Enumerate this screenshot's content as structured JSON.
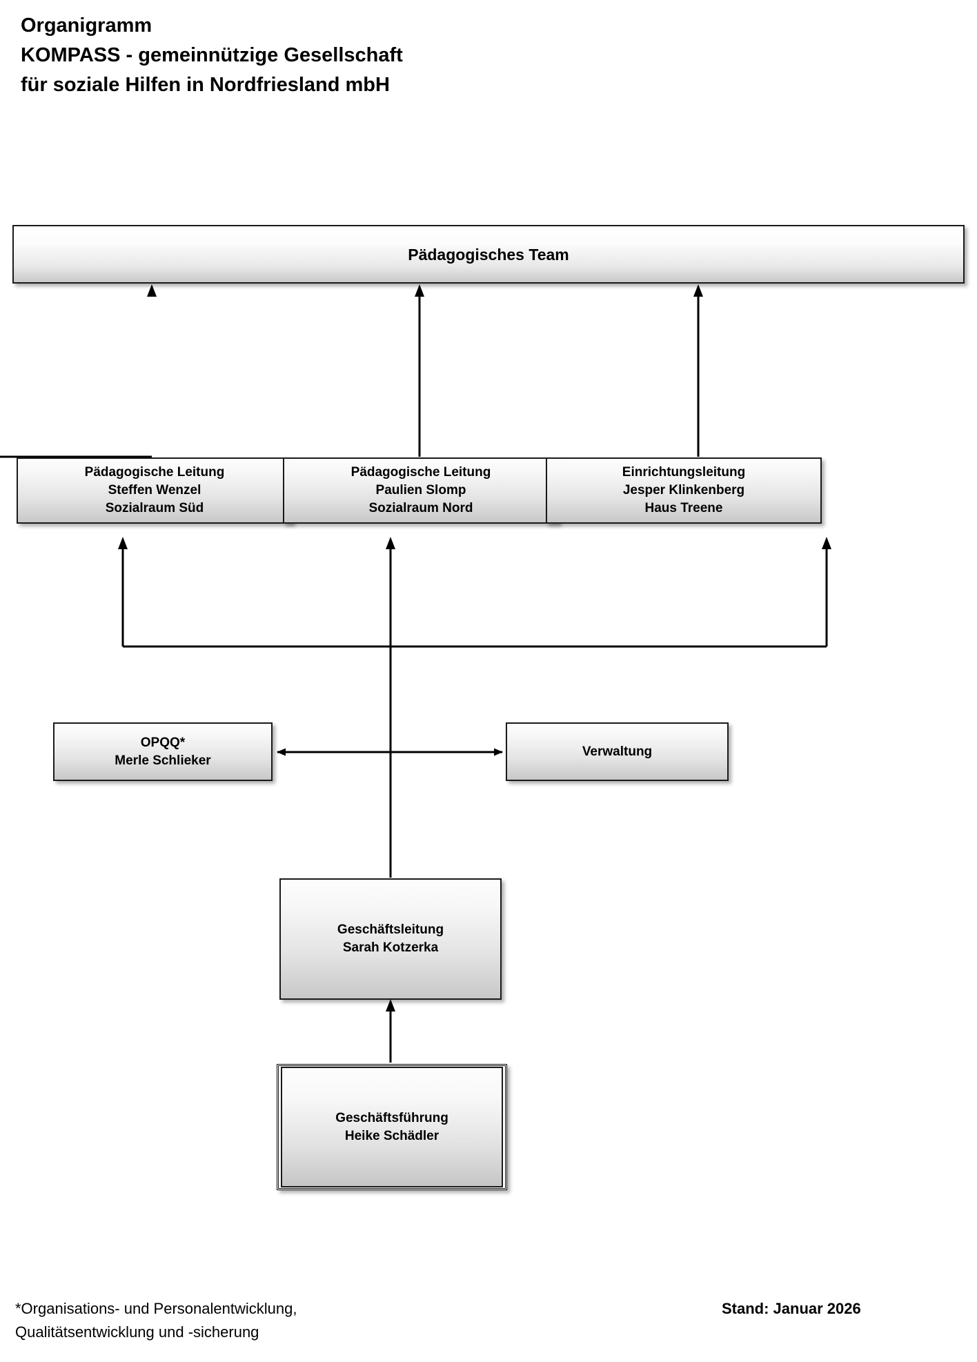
{
  "document": {
    "title_lines": [
      "Organigramm",
      "KOMPASS - gemeinnützige Gesellschaft",
      "für soziale Hilfen in Nordfriesland mbH"
    ]
  },
  "chart_data": {
    "type": "diagram",
    "title": "Organigramm KOMPASS - gemeinnützige Gesellschaft für soziale Hilfen in Nordfriesland mbH",
    "nodes": [
      {
        "id": "team",
        "lines": [
          "Pädagogisches Team"
        ]
      },
      {
        "id": "sued",
        "lines": [
          "Pädagogische Leitung",
          "Steffen Wenzel",
          "Sozialraum Süd"
        ]
      },
      {
        "id": "nord",
        "lines": [
          "Pädagogische Leitung",
          "Paulien Slomp",
          "Sozialraum Nord"
        ]
      },
      {
        "id": "treene",
        "lines": [
          "Einrichtungsleitung",
          "Jesper Klinkenberg",
          "Haus Treene"
        ]
      },
      {
        "id": "opqq",
        "lines": [
          "OPQQ*",
          "Merle Schlieker"
        ]
      },
      {
        "id": "verw",
        "lines": [
          "Verwaltung"
        ]
      },
      {
        "id": "gl",
        "lines": [
          "Geschäftsleitung",
          "Sarah Kotzerka"
        ]
      },
      {
        "id": "gf",
        "lines": [
          "Geschäftsführung",
          "Heike Schädler"
        ]
      }
    ],
    "edges": [
      {
        "from": "sued",
        "to": "team",
        "arrow": "up"
      },
      {
        "from": "nord",
        "to": "team",
        "arrow": "up"
      },
      {
        "from": "treene",
        "to": "team",
        "arrow": "up"
      },
      {
        "from": "gl",
        "to": "sued",
        "arrow": "up"
      },
      {
        "from": "gl",
        "to": "nord",
        "arrow": "up"
      },
      {
        "from": "gl",
        "to": "treene",
        "arrow": "up"
      },
      {
        "from": "gl",
        "to": "opqq",
        "arrow": "left"
      },
      {
        "from": "gl",
        "to": "verw",
        "arrow": "right"
      },
      {
        "from": "gf",
        "to": "gl",
        "arrow": "up"
      }
    ]
  },
  "boxes": {
    "team": {
      "l1": "Pädagogisches Team"
    },
    "sued": {
      "l1": "Pädagogische Leitung",
      "l2": "Steffen Wenzel",
      "l3": "Sozialraum Süd"
    },
    "nord": {
      "l1": "Pädagogische Leitung",
      "l2": "Paulien Slomp",
      "l3": "Sozialraum Nord"
    },
    "treene": {
      "l1": "Einrichtungsleitung",
      "l2": "Jesper Klinkenberg",
      "l3": "Haus Treene"
    },
    "opqq": {
      "l1": "OPQQ*",
      "l2": "Merle Schlieker"
    },
    "verw": {
      "l1": "Verwaltung"
    },
    "gl": {
      "l1": "Geschäftsleitung",
      "l2": "Sarah Kotzerka"
    },
    "gf": {
      "l1": "Geschäftsführung",
      "l2": "Heike Schädler"
    }
  },
  "footer": {
    "footnote_line1": "*Organisations- und Personalentwicklung,",
    "footnote_line2": "Qualitätsentwicklung und -sicherung",
    "stand": "Stand: Januar 2026"
  },
  "colors": {
    "line": "#000000",
    "box_border": "#1a1a1a",
    "box_fill_top": "#fdfdfd",
    "box_fill_bottom": "#c8c8c8",
    "text": "#000000",
    "page_background": "#ffffff"
  }
}
